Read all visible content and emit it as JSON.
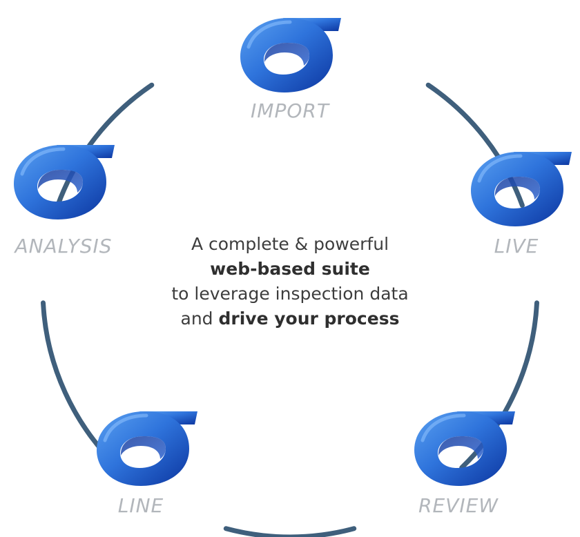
{
  "nodes": [
    {
      "key": "import",
      "label": "IMPORT"
    },
    {
      "key": "live",
      "label": "LIVE"
    },
    {
      "key": "review",
      "label": "REVIEW"
    },
    {
      "key": "line",
      "label": "LINE"
    },
    {
      "key": "analysis",
      "label": "ANALYSIS"
    }
  ],
  "center": {
    "line1": "A complete & powerful",
    "line2_bold": "web-based suite",
    "line3": "to leverage inspection data",
    "line4_plain": "and ",
    "line4_bold": "drive your process"
  },
  "colors": {
    "arc": "#3f5f7c",
    "logo_light": "#3f86e6",
    "logo_dark": "#0d3aa8",
    "label": "#b2b6bb",
    "text": "#3d3d3d"
  },
  "icons": {
    "node_icon": "sigma-logo-icon"
  }
}
